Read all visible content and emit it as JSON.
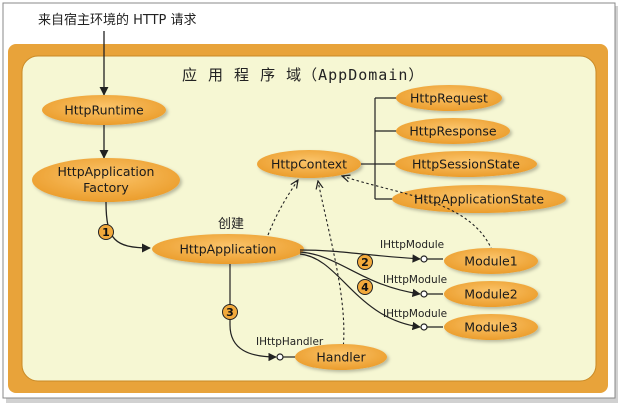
{
  "request_label": "来自宿主环境的 HTTP 请求",
  "domain_title": "应 用 程 序 域（AppDomain）",
  "create_label": "创建",
  "nodes": {
    "http_runtime": "HttpRuntime",
    "app_factory_line1": "HttpApplication",
    "app_factory_line2": "Factory",
    "http_application": "HttpApplication",
    "http_context": "HttpContext",
    "http_request": "HttpRequest",
    "http_response": "HttpResponse",
    "http_session_state": "HttpSessionState",
    "http_application_state": "HttpApplicationState",
    "module1": "Module1",
    "module2": "Module2",
    "module3": "Module3",
    "handler": "Handler"
  },
  "interfaces": {
    "module_1": "IHttpModule",
    "module_2": "IHttpModule",
    "module_3": "IHttpModule",
    "handler": "IHttpHandler"
  },
  "steps": [
    "1",
    "2",
    "3",
    "4"
  ],
  "colors": {
    "frame_orange": "#e8a33a",
    "domain_fill": "#f6f7d3",
    "node_fill": "#f2a93b",
    "node_fill_light": "#f7b54c",
    "step_fill": "#f2a93b"
  }
}
